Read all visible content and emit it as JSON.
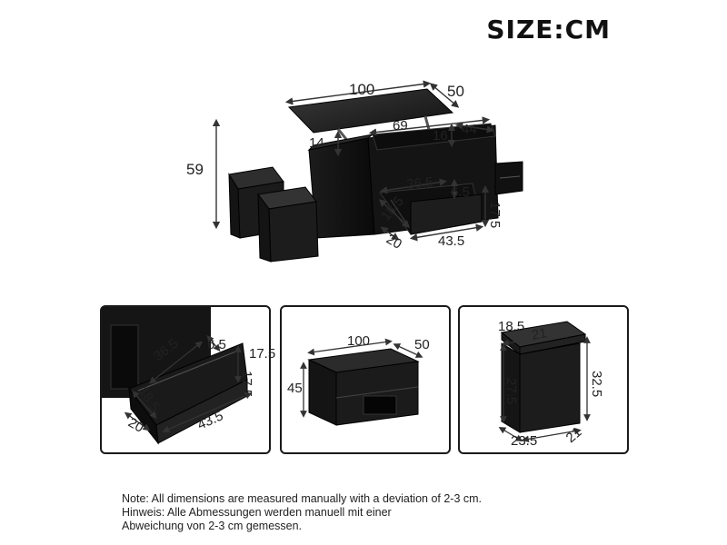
{
  "title": "SIZE:CM",
  "main_diagram": {
    "dims": {
      "top_length": "100",
      "top_width": "50",
      "height": "59",
      "inner_length": "69",
      "inner_width": "44",
      "lift_gap": "14",
      "inner_depth": "16",
      "drawer_depth": "36.5",
      "drawer_inner_h": "6.5",
      "drawer_width": "18.5",
      "drawer_side": "20",
      "drawer_length": "43.5",
      "drawer_height": "17.5"
    }
  },
  "panels": [
    {
      "name": "drawer-detail",
      "dims": {
        "depth": "36.5",
        "inner_h": "6.5",
        "height": "17.5",
        "width": "18.5",
        "side": "20",
        "length": "43.5"
      }
    },
    {
      "name": "table-closed",
      "dims": {
        "length": "100",
        "width": "50",
        "height": "45"
      }
    },
    {
      "name": "stool",
      "dims": {
        "top_w": "18.5",
        "top_d": "21",
        "inner_h": "27.5",
        "height": "32.5",
        "width": "23.5",
        "depth": "21"
      }
    }
  ],
  "note": {
    "line1": "Note: All dimensions are measured manually with a deviation of 2-3 cm.",
    "line2": "Hinweis: Alle Abmessungen werden manuell mit einer",
    "line3": "Abweichung von 2-3 cm gemessen."
  }
}
